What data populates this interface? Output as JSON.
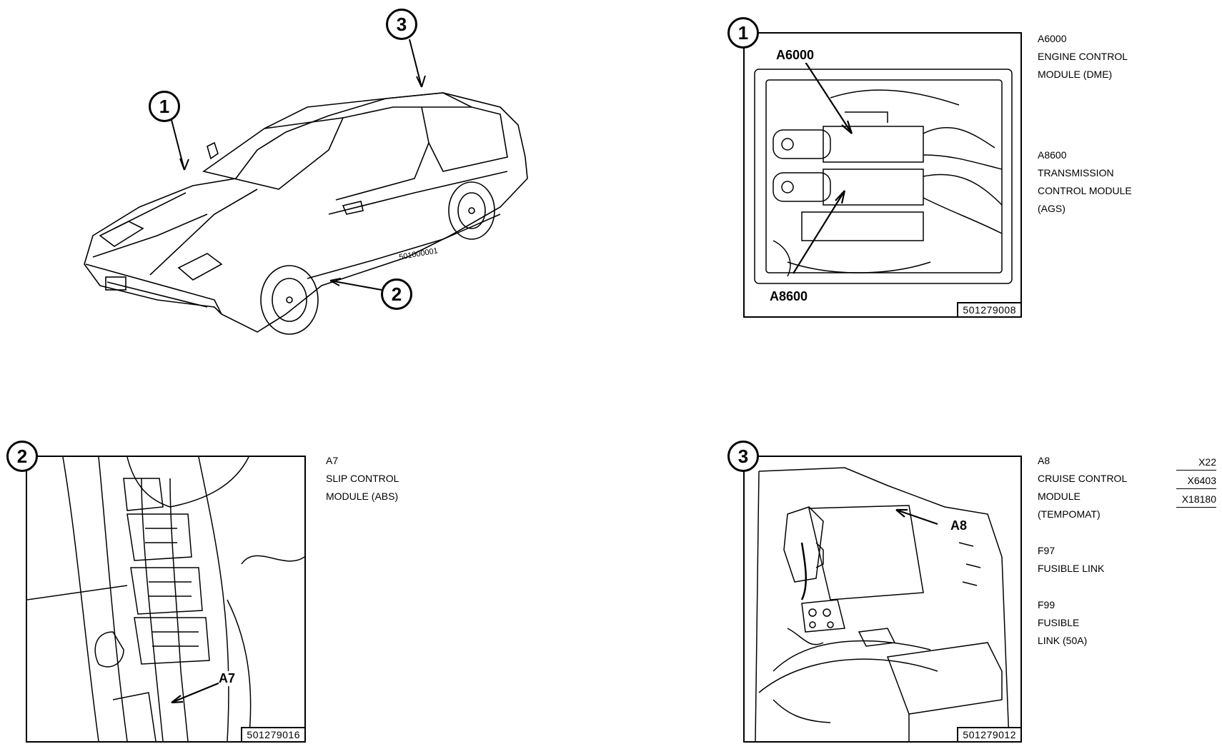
{
  "car_view": {
    "callouts": [
      "1",
      "2",
      "3"
    ],
    "figure_code": "501000001"
  },
  "panel1": {
    "callout": "1",
    "figure_code": "501279008",
    "tags": [
      "A6000",
      "A8600"
    ],
    "legend": [
      [
        "A6000",
        "ENGINE CONTROL",
        "MODULE (DME)"
      ],
      [
        "A8600",
        "TRANSMISSION",
        "CONTROL MODULE",
        "(AGS)"
      ]
    ]
  },
  "panel2": {
    "callout": "2",
    "figure_code": "501279016",
    "tags": [
      "A7"
    ],
    "legend": [
      [
        "A7",
        "SLIP CONTROL",
        "MODULE (ABS)"
      ]
    ]
  },
  "panel3": {
    "callout": "3",
    "figure_code": "501279012",
    "tags": [
      "A8"
    ],
    "legend": [
      [
        "A8",
        "CRUISE CONTROL",
        "MODULE",
        "(TEMPOMAT)"
      ],
      [
        "F97",
        "FUSIBLE LINK"
      ],
      [
        "F99",
        "FUSIBLE",
        "LINK (50A)"
      ]
    ],
    "connectors": [
      "X22",
      "X6403",
      "X18180"
    ]
  }
}
